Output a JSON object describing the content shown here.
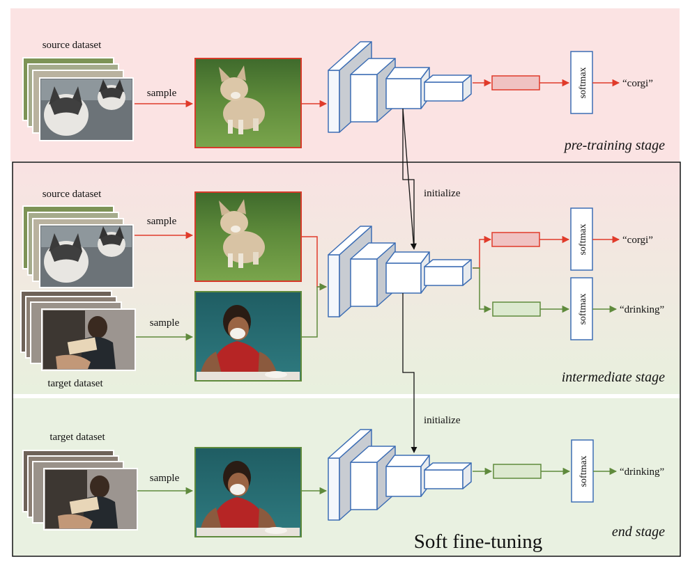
{
  "stages": {
    "pretraining": {
      "name": "pre-training stage",
      "source_label": "source dataset",
      "sample_label": "sample",
      "classifier_label": "softmax",
      "output_label": "“corgi”",
      "sampled_image": "corgi puppy photo"
    },
    "intermediate": {
      "name": "intermediate stage",
      "initialize_label": "initialize",
      "source_label": "source dataset",
      "target_label": "target dataset",
      "source_sample_label": "sample",
      "target_sample_label": "sample",
      "source_classifier_label": "softmax",
      "target_classifier_label": "softmax",
      "source_output_label": "“corgi”",
      "target_output_label": "“drinking”"
    },
    "end": {
      "name": "end stage",
      "initialize_label": "initialize",
      "target_label": "target dataset",
      "sample_label": "sample",
      "classifier_label": "softmax",
      "output_label": "“drinking”"
    }
  },
  "frame_title": "Soft fine-tuning",
  "colors": {
    "source_arrow": "#e03a2a",
    "target_arrow": "#5f8a3c",
    "network_outline": "#3c6db4",
    "pretrain_bg": "#fbe3e3",
    "intermediate_bg_top": "#f9e2e2",
    "intermediate_bg_bottom": "#e8f0de",
    "end_bg": "#e9f1e1",
    "source_head_fill": "#f0c2c2",
    "target_head_fill": "#dce9cf"
  }
}
